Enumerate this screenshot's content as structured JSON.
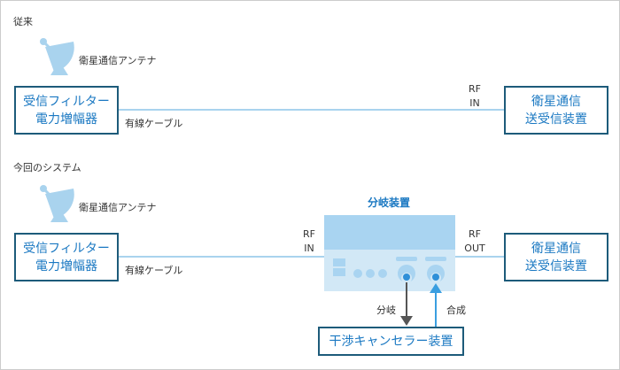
{
  "legacy": {
    "title": "従来",
    "antenna_label": "衛星通信アンテナ",
    "source_box": [
      "受信フィルター",
      "電力増幅器"
    ],
    "cable_label": "有線ケーブル",
    "rf_in": [
      "RF",
      "IN"
    ],
    "dest_box": [
      "衛星通信",
      "送受信装置"
    ]
  },
  "current": {
    "title": "今回のシステム",
    "antenna_label": "衛星通信アンテナ",
    "source_box": [
      "受信フィルター",
      "電力増幅器"
    ],
    "cable_label": "有線ケーブル",
    "rf_in": [
      "RF",
      "IN"
    ],
    "rf_out": [
      "RF",
      "OUT"
    ],
    "splitter_title": "分岐装置",
    "dest_box": [
      "衛星通信",
      "送受信装置"
    ],
    "branch_label": "分岐",
    "combine_label": "合成",
    "canceller_box": "干渉キャンセラー装置"
  },
  "colors": {
    "accent": "#1a78c2",
    "border": "#1d5b7a",
    "light": "#a9d3ee"
  }
}
